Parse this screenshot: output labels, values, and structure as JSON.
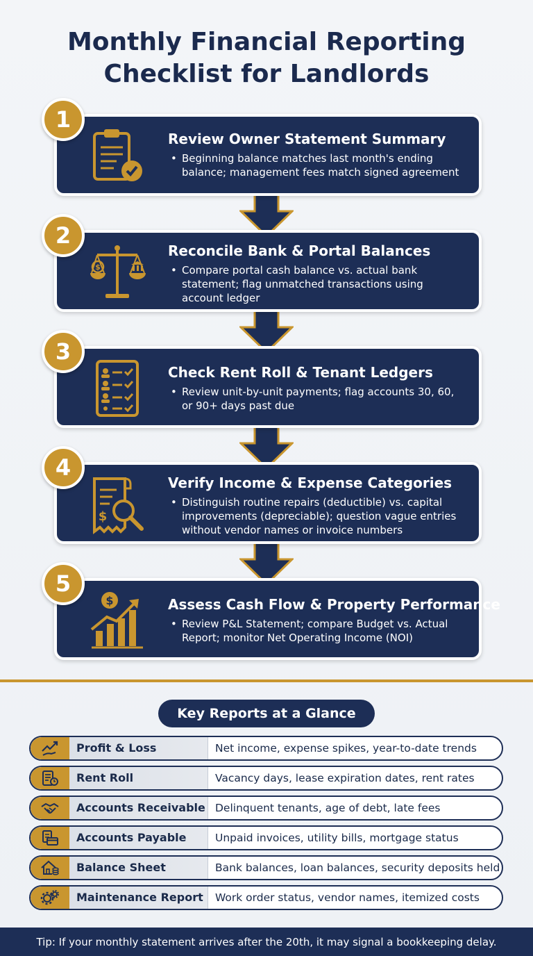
{
  "header": {
    "title_line1": "Monthly Financial Reporting",
    "title_line2": "Checklist for Landlords"
  },
  "colors": {
    "navy": "#1d2e56",
    "gold": "#c9962f",
    "background": "#f0f3f7"
  },
  "steps": [
    {
      "number": "1",
      "icon": "clipboard-check-icon",
      "heading": "Review Owner Statement Summary",
      "desc_line1": "Beginning balance matches last month's ending",
      "desc_line2": "balance; management fees match signed agreement",
      "desc_line3": ""
    },
    {
      "number": "2",
      "icon": "scale-bank-icon",
      "heading": "Reconcile Bank & Portal Balances",
      "desc_line1": "Compare portal cash balance vs. actual bank",
      "desc_line2": "statement; flag unmatched transactions using",
      "desc_line3": "account ledger"
    },
    {
      "number": "3",
      "icon": "tenant-list-icon",
      "heading": "Check Rent Roll & Tenant Ledgers",
      "desc_line1": "Review unit-by-unit payments; flag accounts 30, 60,",
      "desc_line2": "or 90+ days past due",
      "desc_line3": ""
    },
    {
      "number": "4",
      "icon": "receipt-magnifier-icon",
      "heading": "Verify Income & Expense Categories",
      "desc_line1": "Distinguish routine repairs (deductible) vs. capital",
      "desc_line2": "improvements (depreciable); question vague entries",
      "desc_line3": "without vendor names or invoice numbers"
    },
    {
      "number": "5",
      "icon": "growth-chart-icon",
      "heading": "Assess Cash Flow & Property Performance",
      "desc_line1": "Review P&L Statement; compare Budget vs. Actual",
      "desc_line2": "Report; monitor Net Operating Income (NOI)",
      "desc_line3": ""
    }
  ],
  "reports_section": {
    "title": "Key Reports at a Glance",
    "rows": [
      {
        "icon": "trend-hand-icon",
        "name": "Profit & Loss",
        "desc": "Net income, expense spikes, year-to-date trends"
      },
      {
        "icon": "clock-list-icon",
        "name": "Rent Roll",
        "desc": "Vacancy days, lease expiration dates, rent rates"
      },
      {
        "icon": "handshake-icon",
        "name": "Accounts Receivable",
        "desc": "Delinquent tenants, age of debt, late fees"
      },
      {
        "icon": "card-invoice-icon",
        "name": "Accounts Payable",
        "desc": "Unpaid invoices, utility bills, mortgage status"
      },
      {
        "icon": "house-coins-icon",
        "name": "Balance Sheet",
        "desc": "Bank balances, loan balances, security deposits held"
      },
      {
        "icon": "gears-icon",
        "name": "Maintenance Report",
        "desc": "Work order status, vendor names, itemized costs"
      }
    ]
  },
  "footer": {
    "tip": "Tip: If your monthly statement arrives after the 20th, it may signal a bookkeeping delay."
  }
}
